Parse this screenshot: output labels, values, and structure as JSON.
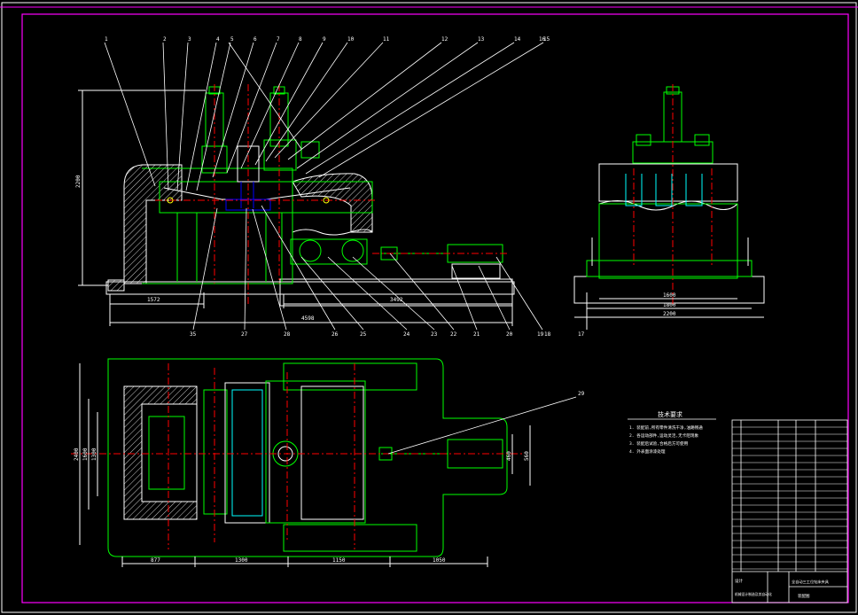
{
  "colors": {
    "background": "#000000",
    "frame": "#ff00ff",
    "outline": "#ffffff",
    "part": "#00ff00",
    "center": "#ff0000",
    "hidden": "#0000ff",
    "accent": "#ffff00"
  },
  "balloons": [
    "1",
    "2",
    "3",
    "4",
    "5",
    "6",
    "7",
    "8",
    "9",
    "10",
    "11",
    "12",
    "13",
    "14",
    "15",
    "16"
  ],
  "balloons_bottom": [
    "35",
    "27",
    "28",
    "26",
    "25",
    "24",
    "23",
    "22",
    "21",
    "20",
    "19",
    "18"
  ],
  "balloon_side": "17",
  "balloon_plan": "29",
  "dimensions": {
    "front_height": "2200",
    "front_left": "1572",
    "front_mid": "3492",
    "front_total": "4598",
    "side_a": "1600",
    "side_b": "1800",
    "side_c": "2200",
    "plan_left": "877",
    "plan_mid1": "1300",
    "plan_mid2": "1150",
    "plan_right": "1050",
    "plan_height": "2400",
    "plan_inner1": "1600",
    "plan_inner2": "1300",
    "plan_small1": "460",
    "plan_small2": "560"
  },
  "notes": {
    "title": "技术要求",
    "lines": [
      "1. 装配前,所有零件清洗干净,油路畅通",
      "2. 各运动部件,运动灵活,无卡阻现象",
      "3. 装配后试验,合格后方可使用",
      "4. 外表面涂漆处理"
    ]
  },
  "title_block": {
    "designer_label": "设计",
    "drawing_title": "全自动三工位钻床夹具",
    "drawing_subtitle": "装配图",
    "school": "机械设计制造及其自动化"
  }
}
